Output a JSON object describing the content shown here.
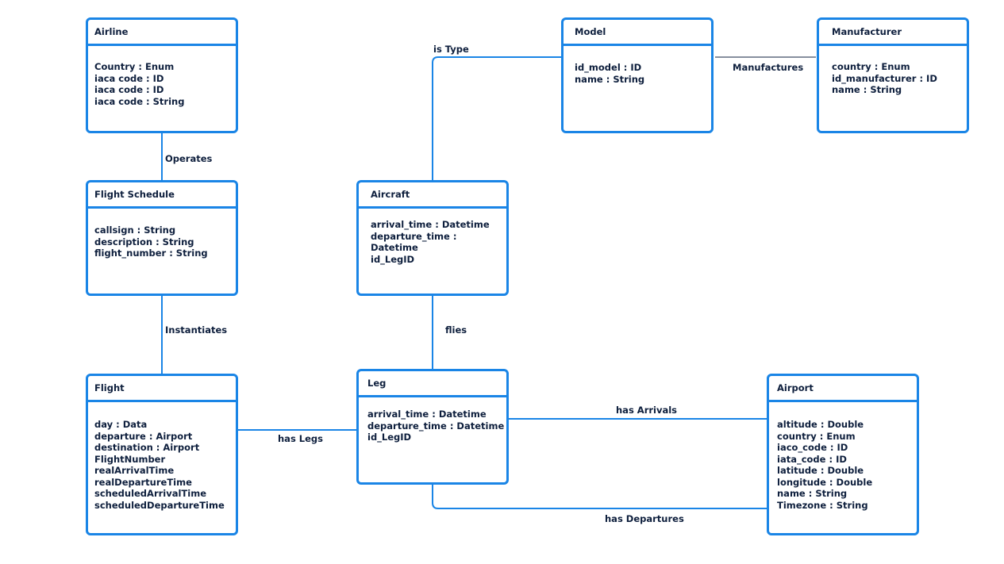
{
  "colors": {
    "border": "#1a85e6",
    "text": "#0e1f3d",
    "background": "#ffffff"
  },
  "entities": {
    "airline": {
      "title": "Airline",
      "attributes": [
        "Country : Enum",
        "iaca code : ID",
        "iaca code : ID",
        "iaca code : String"
      ]
    },
    "flight_schedule": {
      "title": "Flight Schedule",
      "attributes": [
        "callsign : String",
        "description : String",
        "flight_number : String"
      ]
    },
    "flight": {
      "title": "Flight",
      "attributes": [
        "day : Data",
        "departure : Airport",
        "destination : Airport",
        "FlightNumber",
        "realArrivalTime",
        "realDepartureTime",
        "scheduledArrivalTime",
        "scheduledDepartureTime"
      ]
    },
    "aircraft": {
      "title": "Aircraft",
      "attributes": [
        "arrival_time : Datetime",
        "departure_time :",
        "Datetime",
        "id_LegID"
      ]
    },
    "leg": {
      "title": "Leg",
      "attributes": [
        "arrival_time : Datetime",
        "departure_time : Datetime",
        "id_LegID"
      ]
    },
    "model": {
      "title": "Model",
      "attributes": [
        "id_model : ID",
        "name : String"
      ]
    },
    "manufacturer": {
      "title": "Manufacturer",
      "attributes": [
        "country : Enum",
        "id_manufacturer : ID",
        "name : String"
      ]
    },
    "airport": {
      "title": "Airport",
      "attributes": [
        "altitude : Double",
        "country : Enum",
        "iaco_code : ID",
        "iata_code : ID",
        "latitude : Double",
        "longitude : Double",
        "name : String",
        "Timezone : String"
      ]
    }
  },
  "relationships": {
    "operates": "Operates",
    "instantiates": "Instantiates",
    "has_legs": "has Legs",
    "flies": "flies",
    "is_type": "is Type",
    "manufactures": "Manufactures",
    "has_arrivals": "has Arrivals",
    "has_departures": "has Departures"
  }
}
